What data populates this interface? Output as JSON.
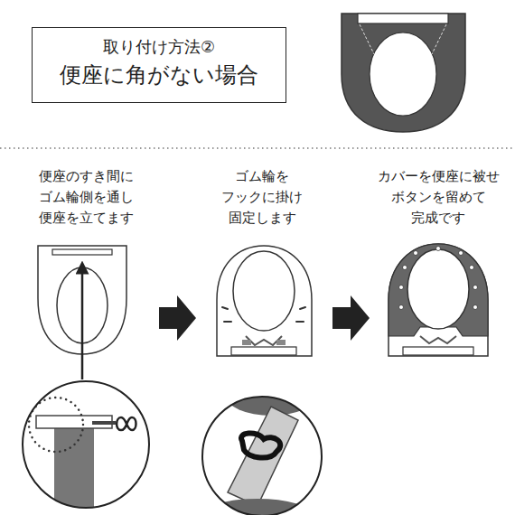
{
  "diagram": {
    "nodes": [
      {
        "text": [
          "取り付け方法②",
          "便座に角がない場合"
        ]
      }
    ],
    "labels": [
      "便座のすき間に ゴム輪側を通し 便座を立てます",
      "ゴム輪を フックに掛け 固定します",
      "カバーを便座に被せ ボタンを留めて 完成です"
    ]
  }
}
